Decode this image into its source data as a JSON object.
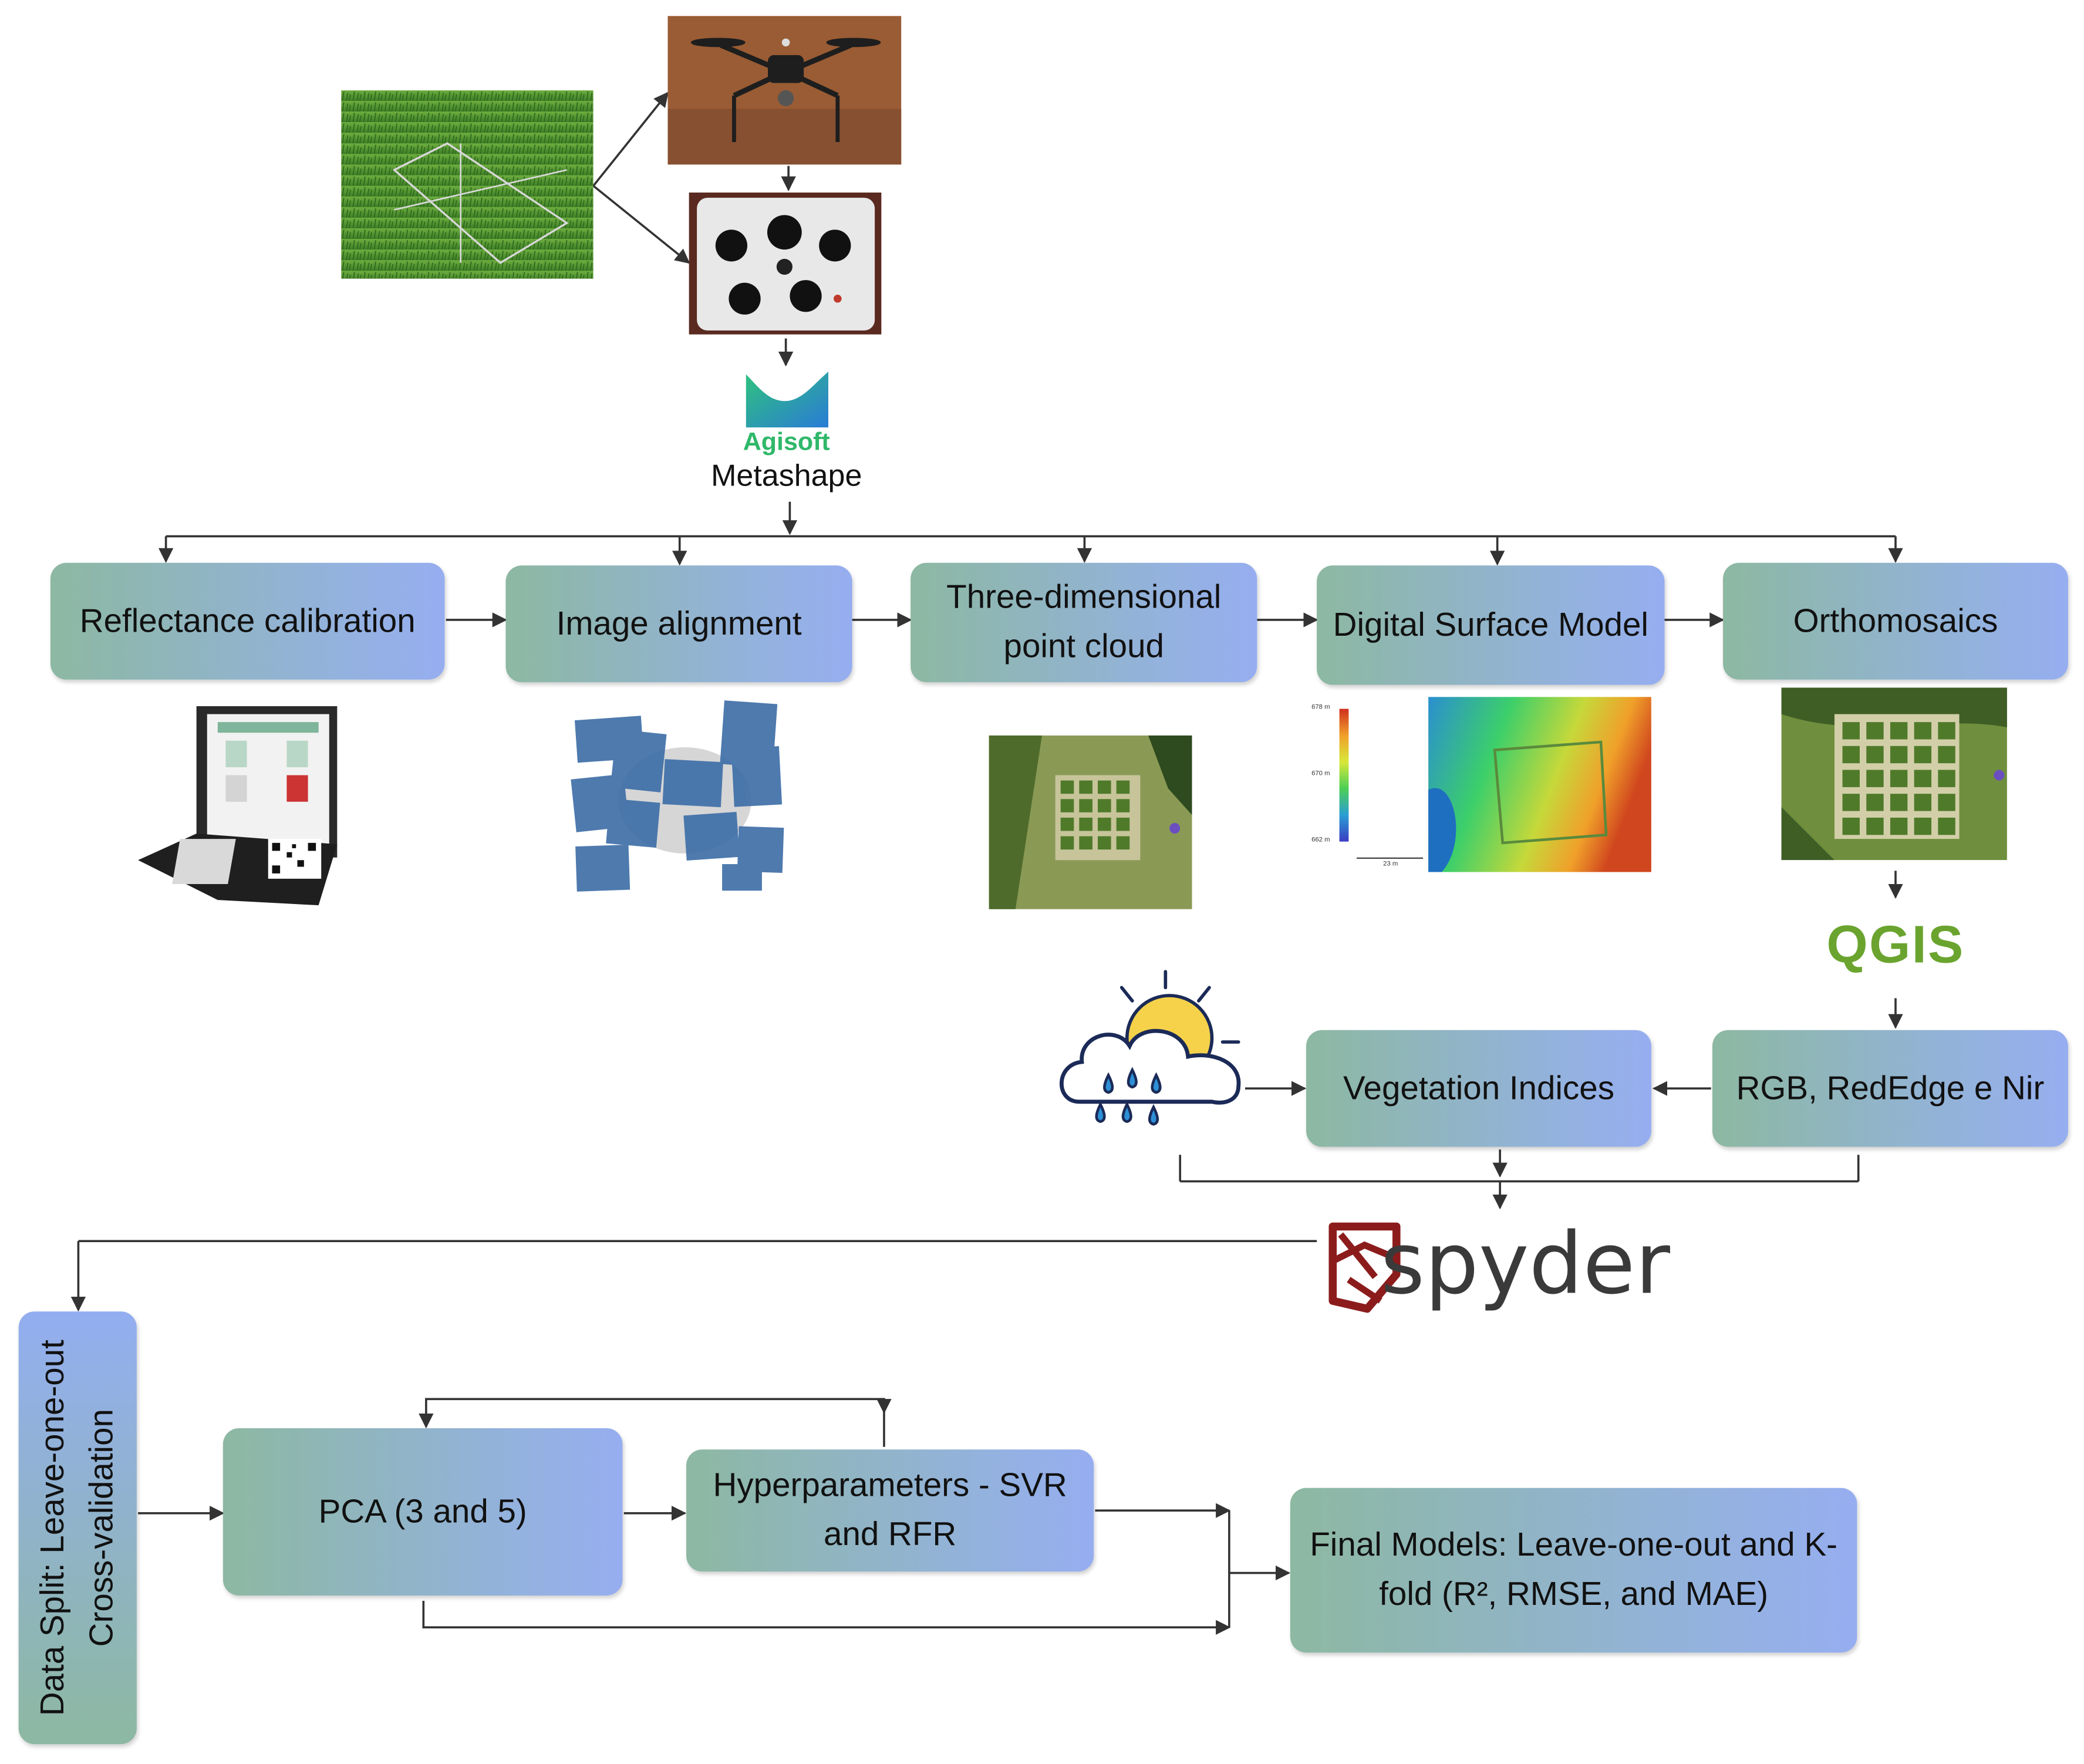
{
  "logos": {
    "agisoft": "Agisoft",
    "metashape": "Metashape",
    "qgis": "QGIS",
    "spyder": "spyder"
  },
  "steps": {
    "reflectance": "Reflectance calibration",
    "alignment": "Image alignment",
    "pointcloud": "Three-dimensional point cloud",
    "dsm": "Digital Surface Model",
    "ortho": "Orthomosaics",
    "bands": "RGB, RedEdge e Nir",
    "vi": "Vegetation Indices",
    "datasplit_line1": "Data Split: Leave-one-out",
    "datasplit_line2": "Cross-validation",
    "pca": "PCA (3 and 5)",
    "hyper": "Hyperparameters - SVR and RFR",
    "final": "Final Models: Leave-one-out and K-fold (R², RMSE, and MAE)"
  },
  "dsm_legend": {
    "top": "678 m",
    "mid": "670 m",
    "bottom": "662 m",
    "scale": "23 m"
  },
  "colors": {
    "box_green": "#8db8a2",
    "box_blue": "#96aef0",
    "agisoft_green": "#2fb86a",
    "qgis_green": "#6aa42e",
    "spyder_red": "#8c1c1c",
    "spyder_gray": "#3a3a3a",
    "weather_sun": "#f5d24a",
    "weather_drop": "#2d8fd6",
    "weather_cloud": "#1b2a57"
  }
}
